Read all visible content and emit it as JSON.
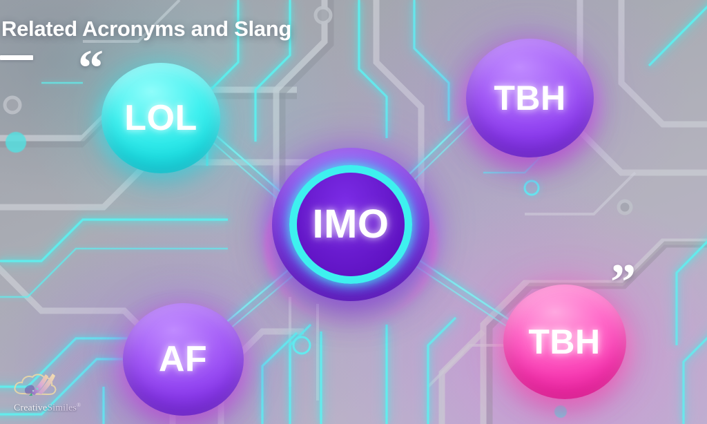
{
  "title": {
    "text": "Related Acronyms and Slang",
    "underline_color": "#ffffff",
    "text_color": "#ffffff"
  },
  "decorations": {
    "quote_open": "“",
    "quote_close": "”"
  },
  "diagram": {
    "type": "hub-and-spoke",
    "center": {
      "label": "IMO",
      "color": "#8b34ee",
      "ring_color": "#3ef0ef",
      "rim_color": "#ff78d7"
    },
    "nodes": [
      {
        "label": "LOL",
        "color": "#3ff0ef",
        "position": "top-left"
      },
      {
        "label": "TBH",
        "color": "#a45cf7",
        "position": "top-right"
      },
      {
        "label": "TBH",
        "color": "#ff66c8",
        "position": "bottom-right"
      },
      {
        "label": "AF",
        "color": "#a45cf7",
        "position": "bottom-left"
      }
    ],
    "connector_color": "#7cf2f2",
    "background": {
      "style": "circuit-board",
      "base_color": "#a8abb3",
      "trace_color": "#5ff0ef"
    }
  },
  "logo": {
    "name_part1": "Creative",
    "name_part2": "Similes",
    "trademark": "®",
    "icon": "cloud-feather-logo"
  }
}
